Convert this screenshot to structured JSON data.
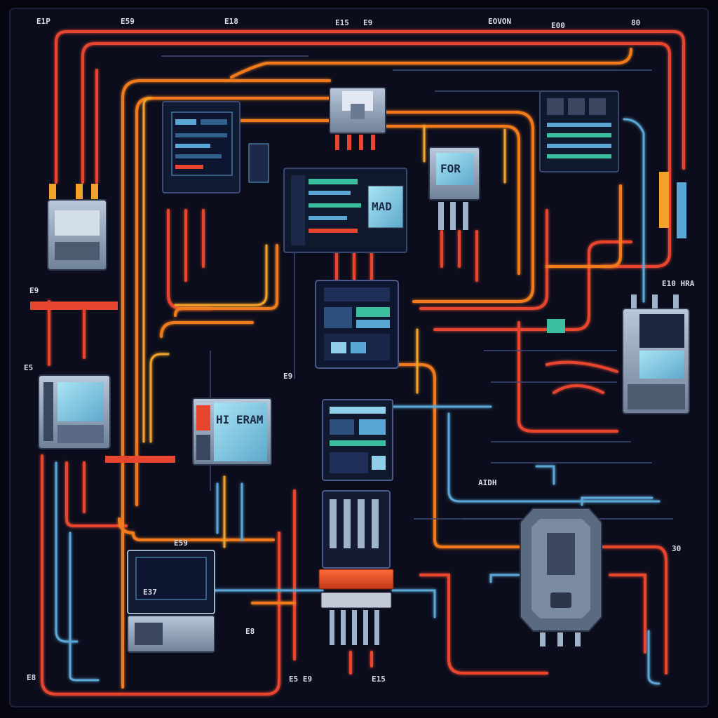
{
  "image": {
    "subject": "circuit-board",
    "palette": {
      "background": "#05060f",
      "panel": "#0b0d1c",
      "wire_red": "#e8452e",
      "wire_orange": "#f07a1c",
      "wire_amber": "#f2a22a",
      "wire_blue": "#5aa7d6",
      "module_light": "#9fb3c9",
      "module_screen": "#8fd0e8",
      "accent_chip": "#f0542a"
    }
  },
  "labels": {
    "top_left": "E1P",
    "top_1": "E59",
    "top_2": "E18",
    "top_3": "E15",
    "top_4": "E9",
    "top_5": "EOVON",
    "top_6": "E00",
    "top_7": "80",
    "mid_right": "E10 HRA",
    "left_mid": "E5",
    "left_low": "E9",
    "bottom_left": "E8",
    "bottom_center": "E5 E9",
    "bottom_mid": "E15",
    "chip_center": "E9",
    "pc_label": "E59",
    "r_label": "AIDH",
    "r_label2": "30",
    "lower_right": "E8",
    "module_center_text": "HI ERAM",
    "module_left_text": "MAD",
    "module_mid_text": "FOR",
    "module_lowleft_text": "E37"
  }
}
